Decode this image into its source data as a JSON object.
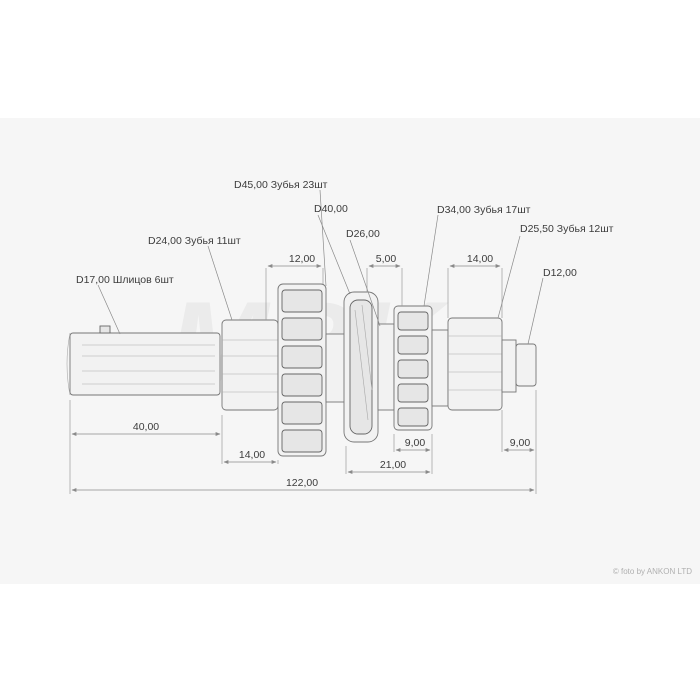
{
  "callouts": {
    "gear_d45": "D45,00 Зубья 23шт",
    "collar_d40": "D40,00",
    "gear_d24": "D24,00 Зубья 11шт",
    "neck_d26": "D26,00",
    "gear_d34": "D34,00 Зубья 17шт",
    "gear_d255": "D25,50 Зубья 12шт",
    "splines_d17": "D17,00 Шлицов 6шт",
    "journal_d12": "D12,00"
  },
  "dimensions": {
    "gear45_width": "12,00",
    "neck_width": "5,00",
    "gear255_width": "14,00",
    "spline_length": "40,00",
    "gear24_width": "14,00",
    "gear34_width": "9,00",
    "collar_to_gear34": "21,00",
    "journal_length": "9,00",
    "overall_length": "122,00"
  },
  "watermark": {
    "text": "MBK"
  },
  "credit": "© foto by ANKON LTD"
}
